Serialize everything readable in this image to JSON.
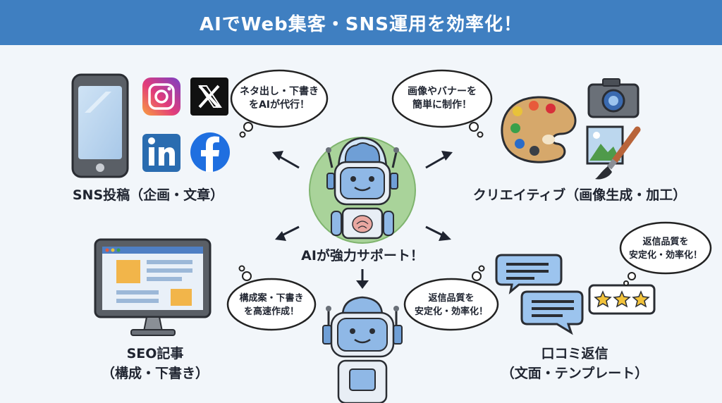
{
  "header": {
    "title": "AIでWeb集客・SNS運用を効率化！"
  },
  "center": {
    "caption": "AIが強力サポート！"
  },
  "sections": {
    "sns": {
      "label": "SNS投稿（企画・文章）",
      "bubble_line1": "ネタ出し・下書き",
      "bubble_line2": "をAIが代行！"
    },
    "creative": {
      "label": "クリエイティブ（画像生成・加工）",
      "bubble_line1": "画像やバナーを",
      "bubble_line2": "簡単に制作！"
    },
    "seo": {
      "label_line1": "SEO記事",
      "label_line2": "（構成・下書き）",
      "bubble_line1": "構成案・下書き",
      "bubble_line2": "を高速作成！"
    },
    "review": {
      "label_line1": "口コミ返信",
      "label_line2": "（文面・テンプレート）",
      "bubble_line1": "返信品質を",
      "bubble_line2": "安定化・効率化！",
      "bubble2_line1": "返信品質を",
      "bubble2_line2": "安定化・効率化！"
    }
  },
  "colors": {
    "header": "#3f7fc1",
    "robot_body": "#8fb8e6",
    "robot_face": "#3b6ea8",
    "brain": "#e9a7a0",
    "halo": "#a9d39a"
  }
}
